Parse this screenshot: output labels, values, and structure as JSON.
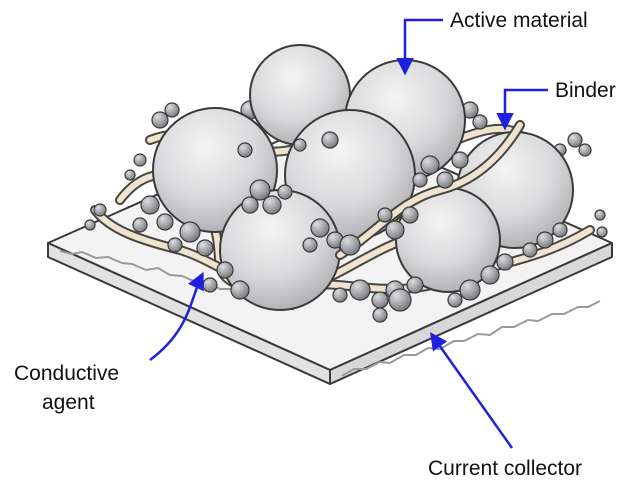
{
  "labels": {
    "active_material": "Active material",
    "binder": "Binder",
    "conductive_agent_line1": "Conductive",
    "conductive_agent_line2": "agent",
    "current_collector": "Current collector"
  },
  "colors": {
    "arrow": "#1f1fe0",
    "sphere_fill": "#d6d6d8",
    "sphere_highlight": "#f2f2f3",
    "small_particle": "#9a9ca0",
    "binder_fill": "#efe4cf",
    "binder_stroke": "#4a4540",
    "collector_top": "#f1f1f1",
    "collector_edge": "#d9d9d9",
    "outline": "#3a3a3a"
  },
  "icons": {
    "active_material": "large-sphere-icon",
    "conductive_agent": "small-particle-icon",
    "binder": "fiber-strand-icon",
    "current_collector": "plate-icon"
  }
}
